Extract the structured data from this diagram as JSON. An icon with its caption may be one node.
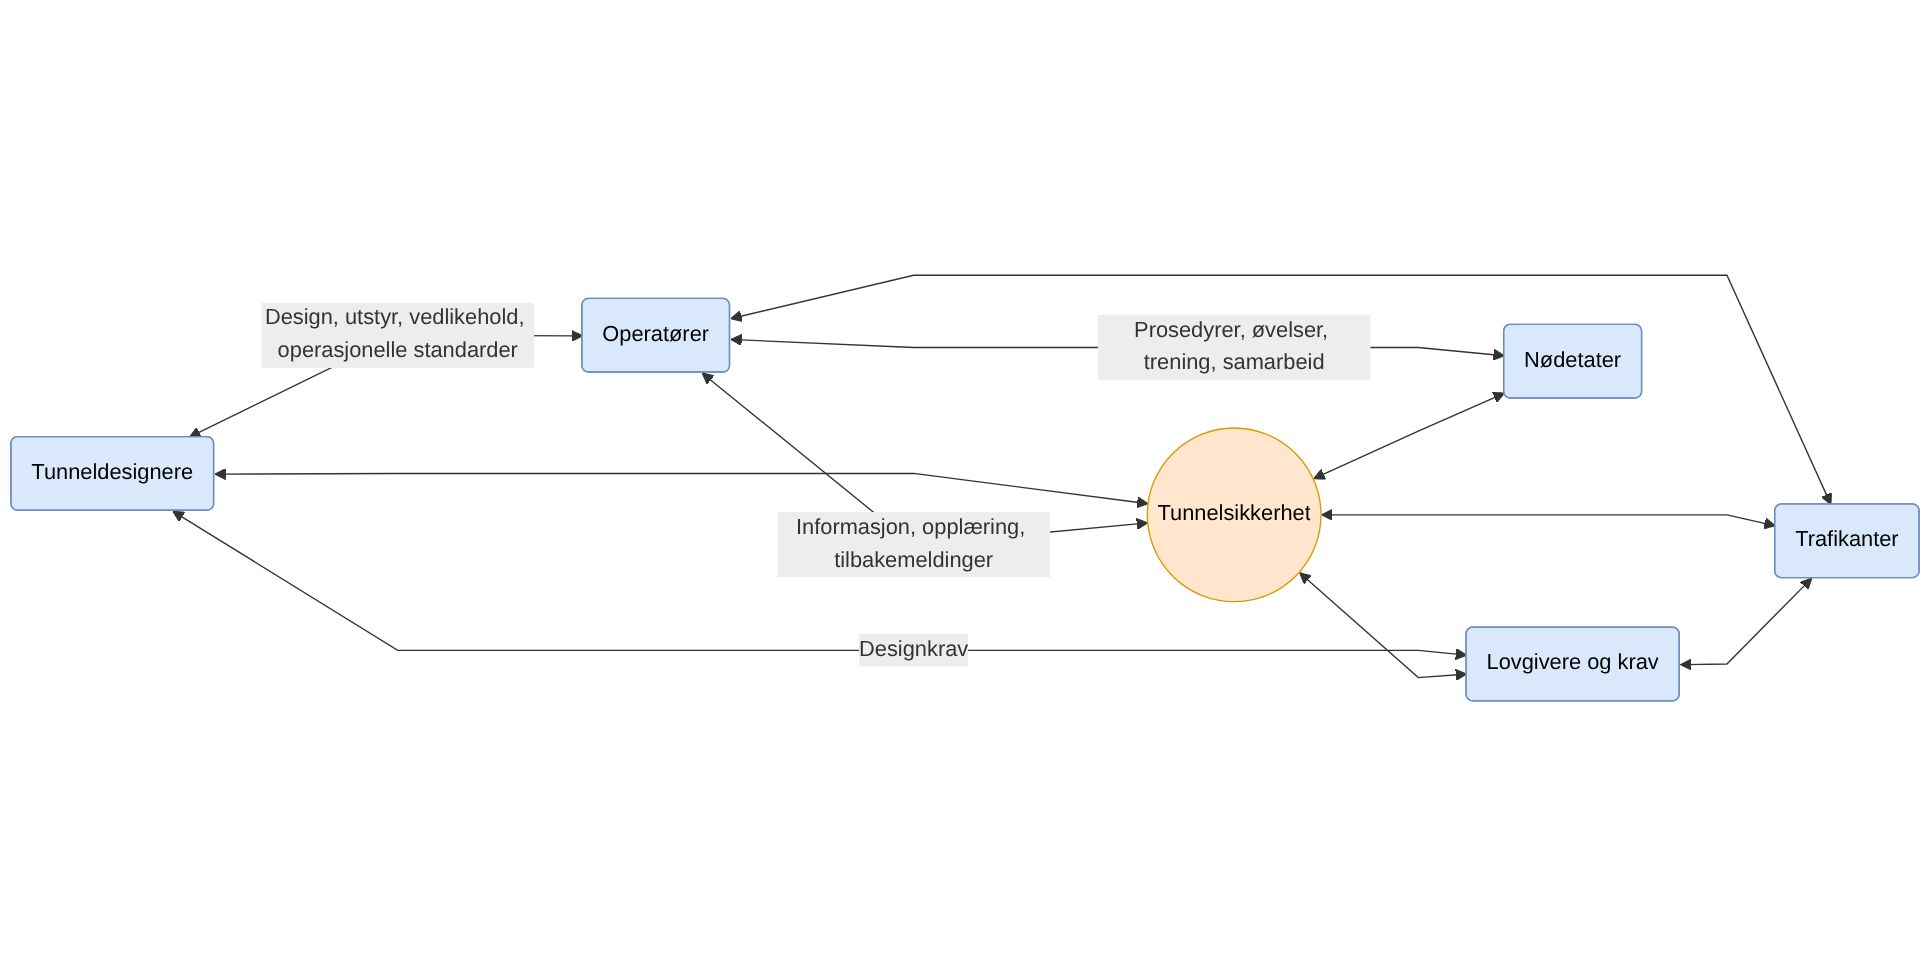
{
  "diagram": {
    "nodes": [
      {
        "text": [
          "Tunneldesignere"
        ]
      },
      {
        "text": [
          "Operatører"
        ]
      },
      {
        "text": [
          "Tunnelsikkerhet"
        ]
      },
      {
        "text": [
          "Lovgivere og krav"
        ]
      },
      {
        "text": [
          "Nødetater"
        ]
      },
      {
        "text": [
          "Trafikanter"
        ]
      }
    ],
    "edges": [
      {
        "from": 0,
        "to": 1,
        "arrow": "both",
        "label": "Design, utstyr, vedlikehold, operasjonelle standarder"
      },
      {
        "from": 0,
        "to": 2,
        "arrow": "both"
      },
      {
        "from": 1,
        "to": 2,
        "arrow": "both",
        "label": "Informasjon, opplæring, tilbakemeldinger"
      },
      {
        "from": 1,
        "to": 5,
        "arrow": "both"
      },
      {
        "from": 0,
        "to": 3,
        "arrow": "both",
        "label": "Designkrav"
      },
      {
        "from": 1,
        "to": 4,
        "arrow": "both",
        "label": "Prosedyrer, øvelser, trening, samarbeid"
      },
      {
        "from": 2,
        "to": 3,
        "arrow": "both"
      },
      {
        "from": 2,
        "to": 4,
        "arrow": "both"
      },
      {
        "from": 2,
        "to": 5,
        "arrow": "both"
      },
      {
        "from": 3,
        "to": 5,
        "arrow": "both"
      }
    ]
  }
}
